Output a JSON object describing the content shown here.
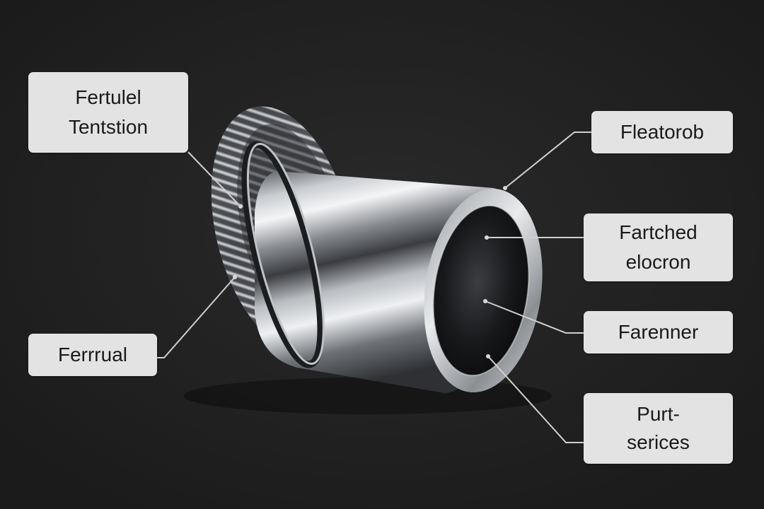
{
  "labels": {
    "top_left": [
      "Fertulel",
      "Tentstion"
    ],
    "bottom_left": [
      "Ferrrual"
    ],
    "right_1": [
      "Fleatorob"
    ],
    "right_2": [
      "Fartched",
      "elocron"
    ],
    "right_3": [
      "Farenner"
    ],
    "right_4": [
      "Purt-",
      "serices"
    ]
  },
  "colors": {
    "background": "#1f1f1f",
    "label_fill": "#e3e3e3",
    "label_text": "#1a1a1a",
    "leader_line": "#d0d0d0"
  }
}
